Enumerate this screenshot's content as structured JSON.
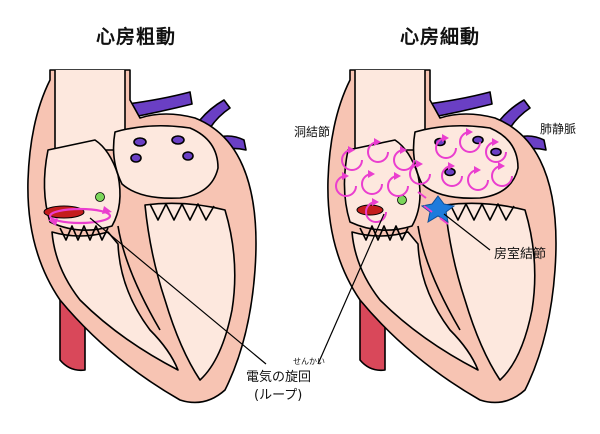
{
  "titles": {
    "left": "心房粗動",
    "right": "心房細動"
  },
  "labels": {
    "sa_node": "洞結節",
    "pulmonary_vein": "肺静脈",
    "av_node": "房室結節",
    "circuit_line1": "電気の旋回",
    "circuit_line2": "(ループ)",
    "reading": "せんかい"
  },
  "colors": {
    "heart_fill": "#f7c4b3",
    "outline": "#000000",
    "atrium_fill": "#fde8de",
    "vein": "#6a3fc4",
    "aorta": "#d9485a",
    "loop": "#ea3ecf",
    "av_node": "#1e7bdc",
    "sa_node": "#7bd65a",
    "red_marker": "#c41d1d"
  }
}
